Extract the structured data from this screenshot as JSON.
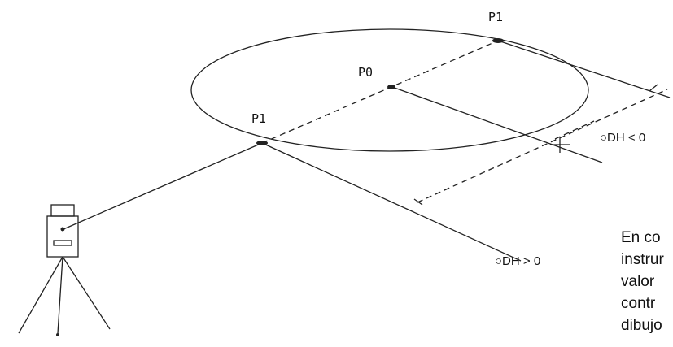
{
  "labels": {
    "p1_top": "P1",
    "p0": "P0",
    "p1_left": "P1",
    "dh_neg": "○DH < 0",
    "dh_pos": "○DH > 0"
  },
  "caption_lines": [
    "En co",
    "instrur",
    "valor",
    "contr",
    "dibujo"
  ]
}
